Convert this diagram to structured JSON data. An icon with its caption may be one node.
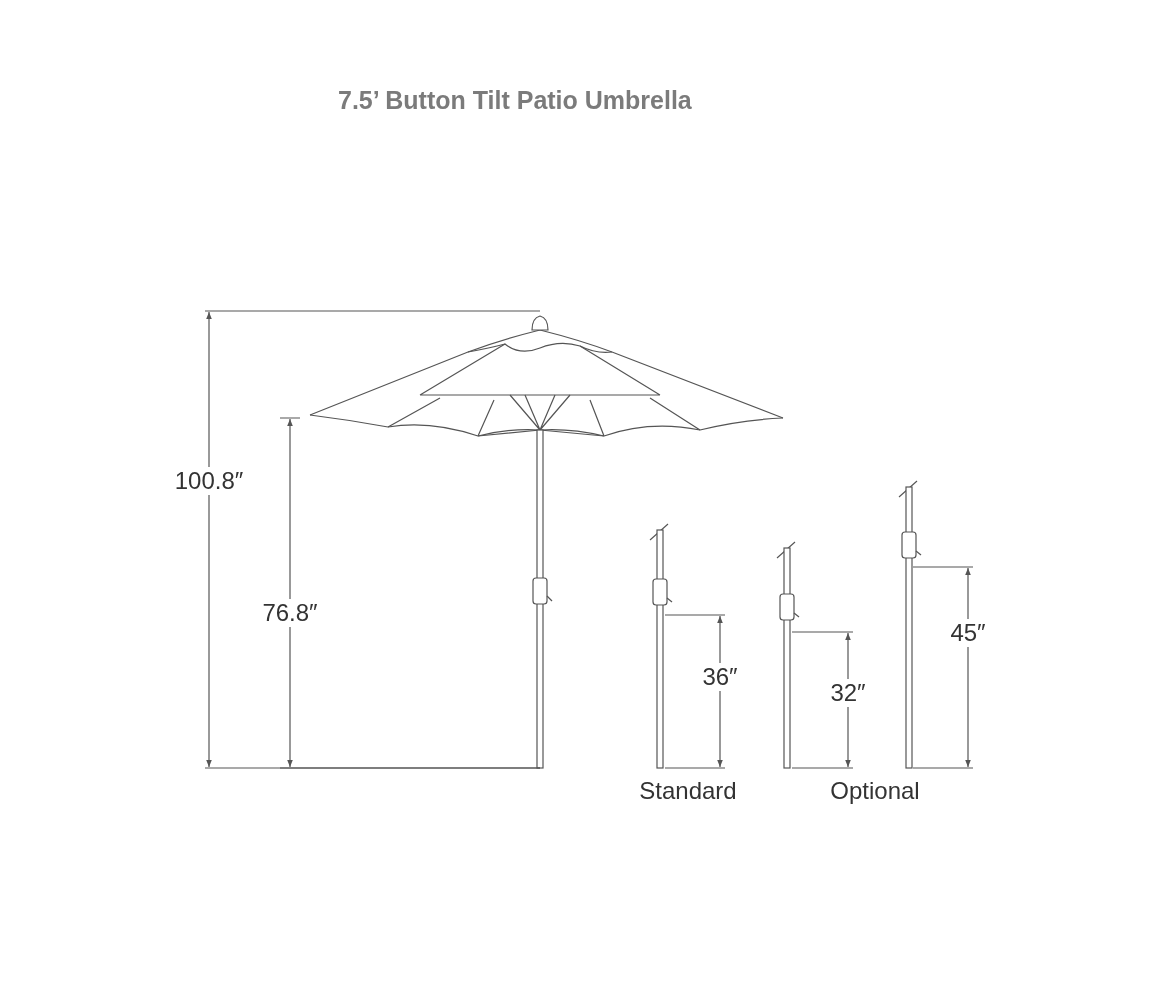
{
  "diagram": {
    "title": "7.5’ Button Tilt Patio Umbrella",
    "labels": [
      "100.8″",
      "76.8″",
      "36″",
      "32″",
      "45″",
      "Standard",
      "Optional"
    ]
  }
}
